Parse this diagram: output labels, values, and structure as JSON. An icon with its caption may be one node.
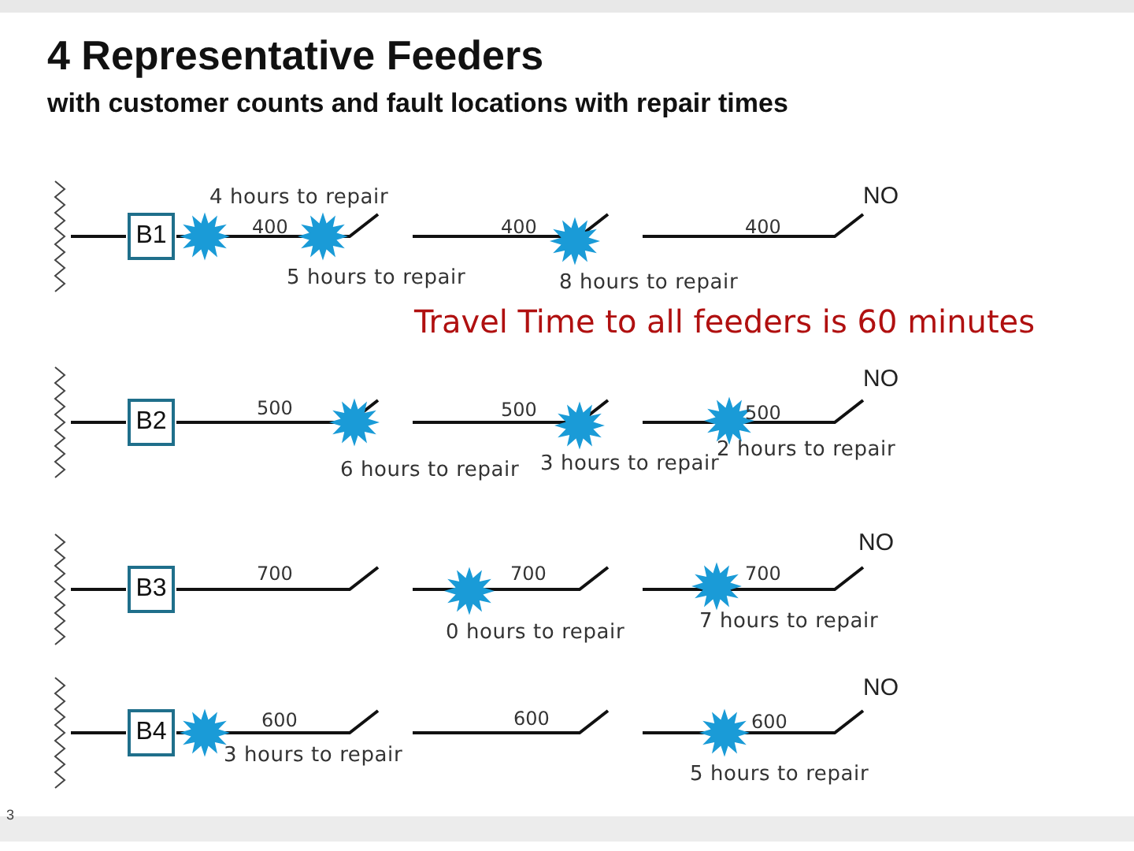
{
  "diagram": {
    "title": "4 Representative Feeders",
    "nodes": [
      {
        "text": [
          "B1"
        ]
      },
      {
        "text": [
          "B2"
        ]
      },
      {
        "text": [
          "B3"
        ]
      },
      {
        "text": [
          "B4"
        ]
      }
    ],
    "labels": [
      "with customer counts and fault locations with repair times",
      "4 hours to repair",
      "400",
      "400",
      "NO",
      "400",
      "5 hours to repair",
      "8 hours to repair",
      "Travel Time to all feeders is 60 minutes",
      "NO",
      "500",
      "500",
      "500",
      "6 hours to repair",
      "3 hours to repair",
      "2 hours to repair",
      "NO",
      "700",
      "700",
      "700",
      "0 hours to repair",
      "7 hours to repair",
      "NO",
      "600",
      "600",
      "600",
      "3 hours to repair",
      "5 hours to repair",
      "3"
    ]
  }
}
